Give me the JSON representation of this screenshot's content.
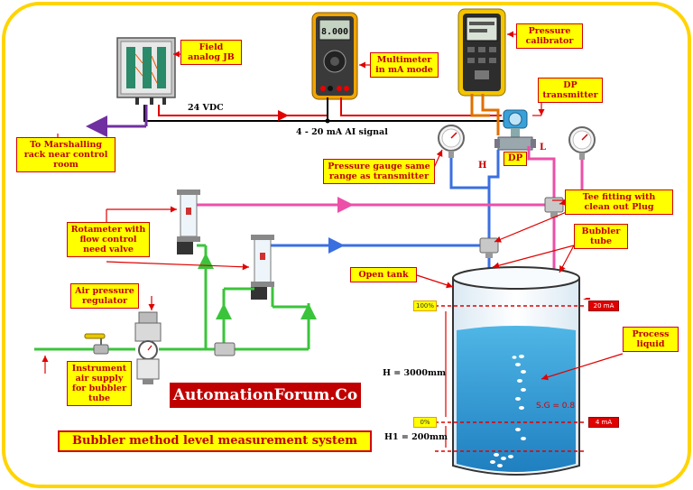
{
  "labels": {
    "field_jb": "Field analog JB",
    "multimeter": "Multimeter in mA mode",
    "calibrator": "Pressure calibrator",
    "dp_transmitter": "DP transmitter",
    "marshalling": "To Marshalling rack near control room",
    "pressure_gauge": "Pressure gauge same range as transmitter",
    "tee_fitting": "Tee fitting with clean out Plug",
    "bubbler_tube": "Bubbler tube",
    "rotameter": "Rotameter with flow control need valve",
    "open_tank": "Open tank",
    "air_regulator": "Air pressure regulator",
    "process_liquid": "Process liquid",
    "instrument_air": "Instrument air supply for bubbler tube"
  },
  "signals": {
    "supply": "24 VDC",
    "ai_signal": "4 - 20 mA AI signal"
  },
  "dp": {
    "box": "DP",
    "high": "H",
    "low": "L"
  },
  "tank": {
    "pct_100": "100%",
    "pct_0": "0%",
    "ma_20": "20 mA",
    "ma_4": "4 mA",
    "h": "H = 3000mm",
    "h1": "H1 = 200mm",
    "sg": "S.G = 0.8"
  },
  "multimeter_display": "8.000",
  "brand": "AutomationForum.Co",
  "title": "Bubbler method level measurement system",
  "colors": {
    "border": "#ffd400",
    "callout_bg": "#ffff00",
    "callout_text": "#c00000",
    "air_line": "#3bc43b",
    "high_line": "#3a6fe0",
    "low_line": "#ec4fa8",
    "signal_red": "#e00000",
    "signal_black": "#000000",
    "marshalling_arrow": "#7030a0",
    "liquid": "#2f9fd8"
  }
}
